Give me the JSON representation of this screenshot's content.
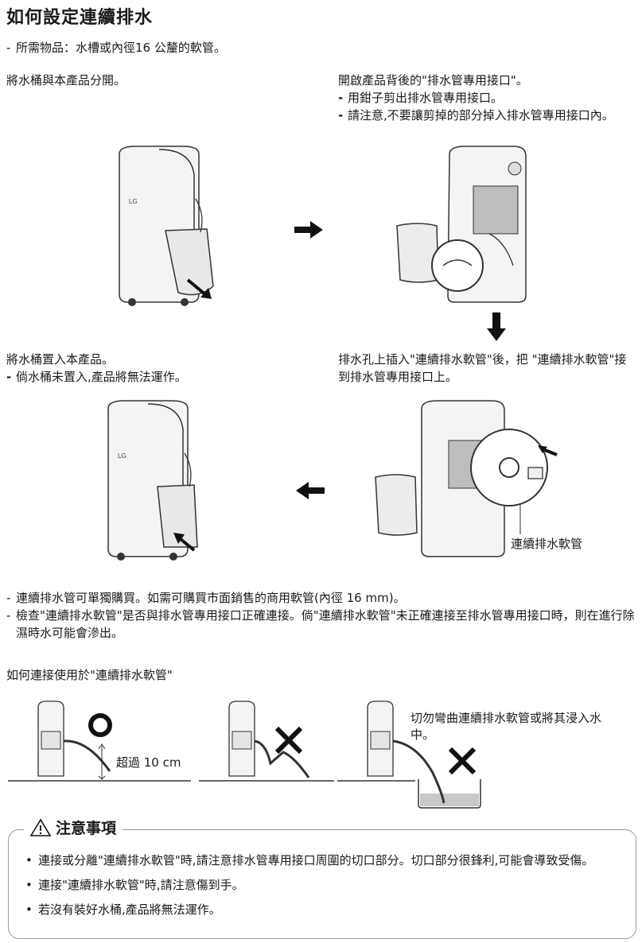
{
  "title": "如何設定連續排水",
  "required_items": "所需物品：水槽或內徑16 公釐的軟管。",
  "steps": {
    "step1": "將水桶與本產品分開。",
    "step2_title": "開啟產品背後的\"排水管專用接口\"。",
    "step2_bullets": [
      "用鉗子剪出排水管專用接口。",
      "請注意,不要讓剪掉的部分掉入排水管專用接口內。"
    ],
    "step3_title": "排水孔上插入\"連續排水軟管\"後，把 \"連續排水軟管\"接到排水管專用接口上。",
    "step4_title": "將水桶置入本產品。",
    "step4_bullet": "倘水桶未置入,產品將無法運作。"
  },
  "images": {
    "brand_logo": "LG",
    "hose_label": "連續排水軟管"
  },
  "info_bullets": [
    "連續排水管可單獨購買。如需可購買市面銷售的商用軟管(內徑 16 mm)。",
    "檢查\"連續排水軟管\"是否與排水管專用接口正確連接。倘\"連續排水軟管\"未正確連接至排水管專用接口時，則在進行除濕時水可能會滲出。"
  ],
  "connect_title": "如何連接使用於\"連續排水軟管\"",
  "diagrams": {
    "height_label": "超過 10 cm",
    "warning_text": "切勿彎曲連續排水軟管或將其浸入水中。"
  },
  "notes": {
    "heading": "注意事項",
    "items": [
      "連接或分離\"連續排水軟管\"時,請注意排水管專用接口周圍的切口部分。切口部分很鋒利,可能會導致受傷。",
      "連接\"連續排水軟管\"時,請注意傷到手。",
      "若沒有裝好水桶,產品將無法運作。"
    ]
  }
}
